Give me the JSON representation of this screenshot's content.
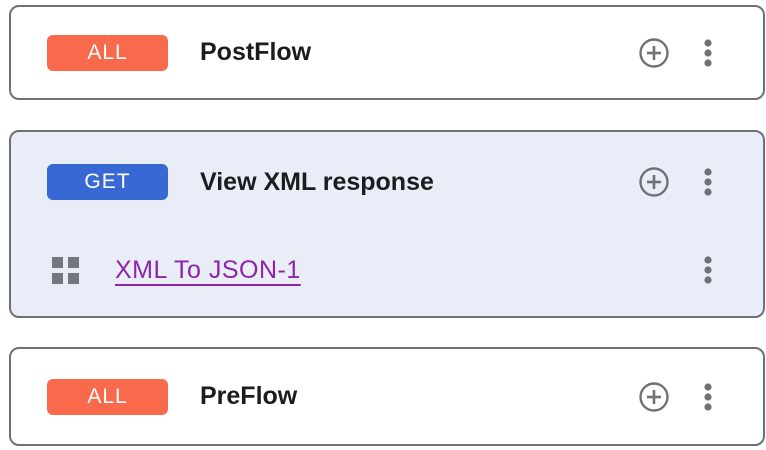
{
  "colors": {
    "card_border": "#6d7177",
    "selected_card_background": "#e9edf8",
    "badge_orange": "#f9694c",
    "badge_blue": "#3868d3",
    "icon_gray": "#6e7277",
    "grid_icon_gray": "#73777c",
    "link_purple": "#8e24aa",
    "title_text": "#1b1c1e",
    "badge_text": "#ffffff"
  },
  "icons": {
    "add": "add-circle-icon",
    "menu": "kebab-menu-icon",
    "policy_handle": "drag-grid-icon"
  },
  "cards": [
    {
      "id": "postflow",
      "badge": {
        "label": "ALL",
        "color": "#f9694c"
      },
      "title": "PostFlow"
    },
    {
      "id": "view-xml-response",
      "badge": {
        "label": "GET",
        "color": "#3868d3"
      },
      "title": "View XML response",
      "policies": [
        {
          "label": "XML To JSON-1"
        }
      ]
    },
    {
      "id": "preflow",
      "badge": {
        "label": "ALL",
        "color": "#f9694c"
      },
      "title": "PreFlow"
    }
  ]
}
